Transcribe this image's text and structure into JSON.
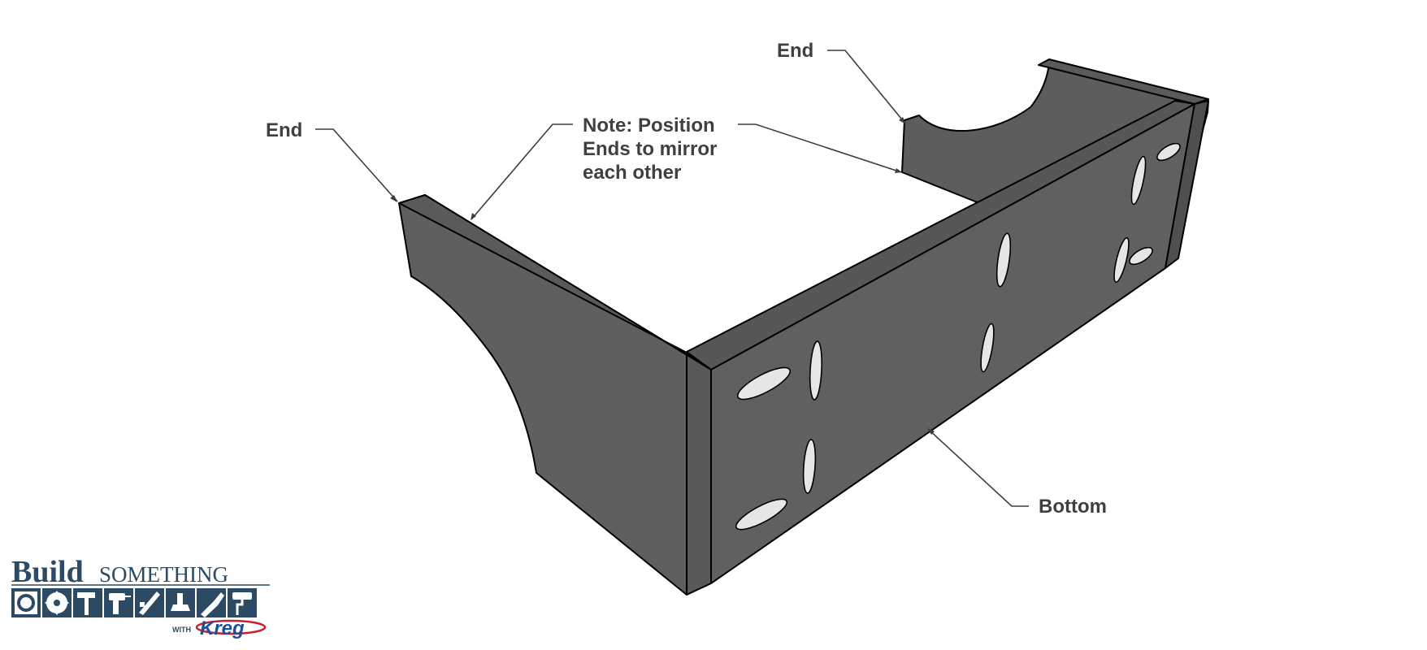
{
  "labels": {
    "end_left": "End",
    "end_right": "End",
    "note_line1": "Note: Position",
    "note_line2": "Ends to mirror",
    "note_line3": "each other",
    "bottom": "Bottom"
  },
  "logo": {
    "build": "Build",
    "something": "SOMETHING",
    "with": "WITH",
    "brand": "Kreg"
  },
  "colors": {
    "board_face": "#606060",
    "board_side": "#4f4f4f",
    "board_top": "#585858",
    "hole": "#e6e6e6",
    "label_text": "#404040",
    "logo_navy": "#2c4a63",
    "logo_brand": "#1f4f9a"
  },
  "icons": [
    "tape-measure-icon",
    "saw-blade-icon",
    "hammer-icon",
    "drill-icon",
    "clamp-icon",
    "sander-icon",
    "paint-brush-icon",
    "paint-roller-icon"
  ]
}
